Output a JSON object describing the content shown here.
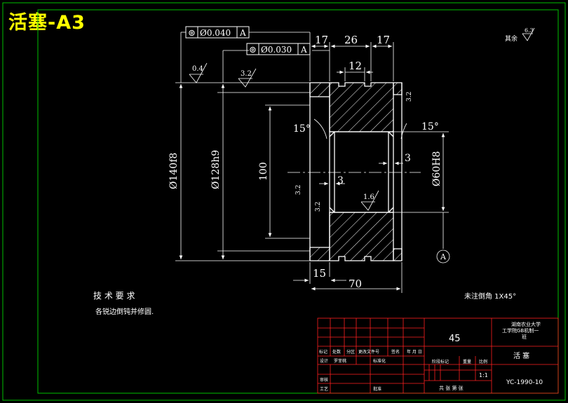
{
  "title": "活塞-A3",
  "drawing": {
    "tolerance_frame_1": {
      "symbol": "⊚",
      "value": "Ø0.040",
      "datum": "A"
    },
    "tolerance_frame_2": {
      "symbol": "⊚",
      "value": "Ø0.030",
      "datum": "A"
    },
    "roughness_left": "0.4",
    "roughness_top": "3.2",
    "roughness_right_face": "3.2",
    "roughness_bore": "1.6",
    "roughness_hub_1": "3.2",
    "roughness_hub_2": "3.2",
    "roughness_other_label": "其余",
    "roughness_other_value": "6.3",
    "dim_top_17a": "17",
    "dim_top_26": "26",
    "dim_top_17b": "17",
    "dim_top_12": "12",
    "angle_left": "15°",
    "angle_right": "15°",
    "dim_od_140": "Ø140f8",
    "dim_od_128": "Ø128h9",
    "dim_100": "100",
    "dim_3_left": "3",
    "dim_3_right": "3",
    "dim_bore_60": "Ø60H8",
    "dim_15": "15",
    "dim_70": "70",
    "datum_label": "A",
    "tech_req_title": "技 术 要 求",
    "tech_req_text": "各锐边倒钝并修圆.",
    "chamfer_note": "未注倒角  1X45°"
  },
  "title_block": {
    "material": "45",
    "university_line1": "湖南农业大学",
    "university_line2": "工学院GB机制一",
    "university_line3": "班",
    "part_name": "活 塞",
    "drawing_no": "YC-1990-10",
    "scale": "1:1",
    "sheet_info": "共 张   第 张",
    "col_stage_mark": "阶段标记",
    "col_weight": "重量",
    "col_scale": "比例",
    "row_mark": "标记",
    "row_count": "处数",
    "row_zone": "分区",
    "row_change_doc": "更改文件号",
    "row_sign": "签名",
    "row_date": "年 月 日",
    "designer_label": "设计",
    "designer_name": "罗菲桃",
    "standardize_label": "标准化",
    "review_label": "审核",
    "process_label": "工艺",
    "approve_label": "批准"
  }
}
